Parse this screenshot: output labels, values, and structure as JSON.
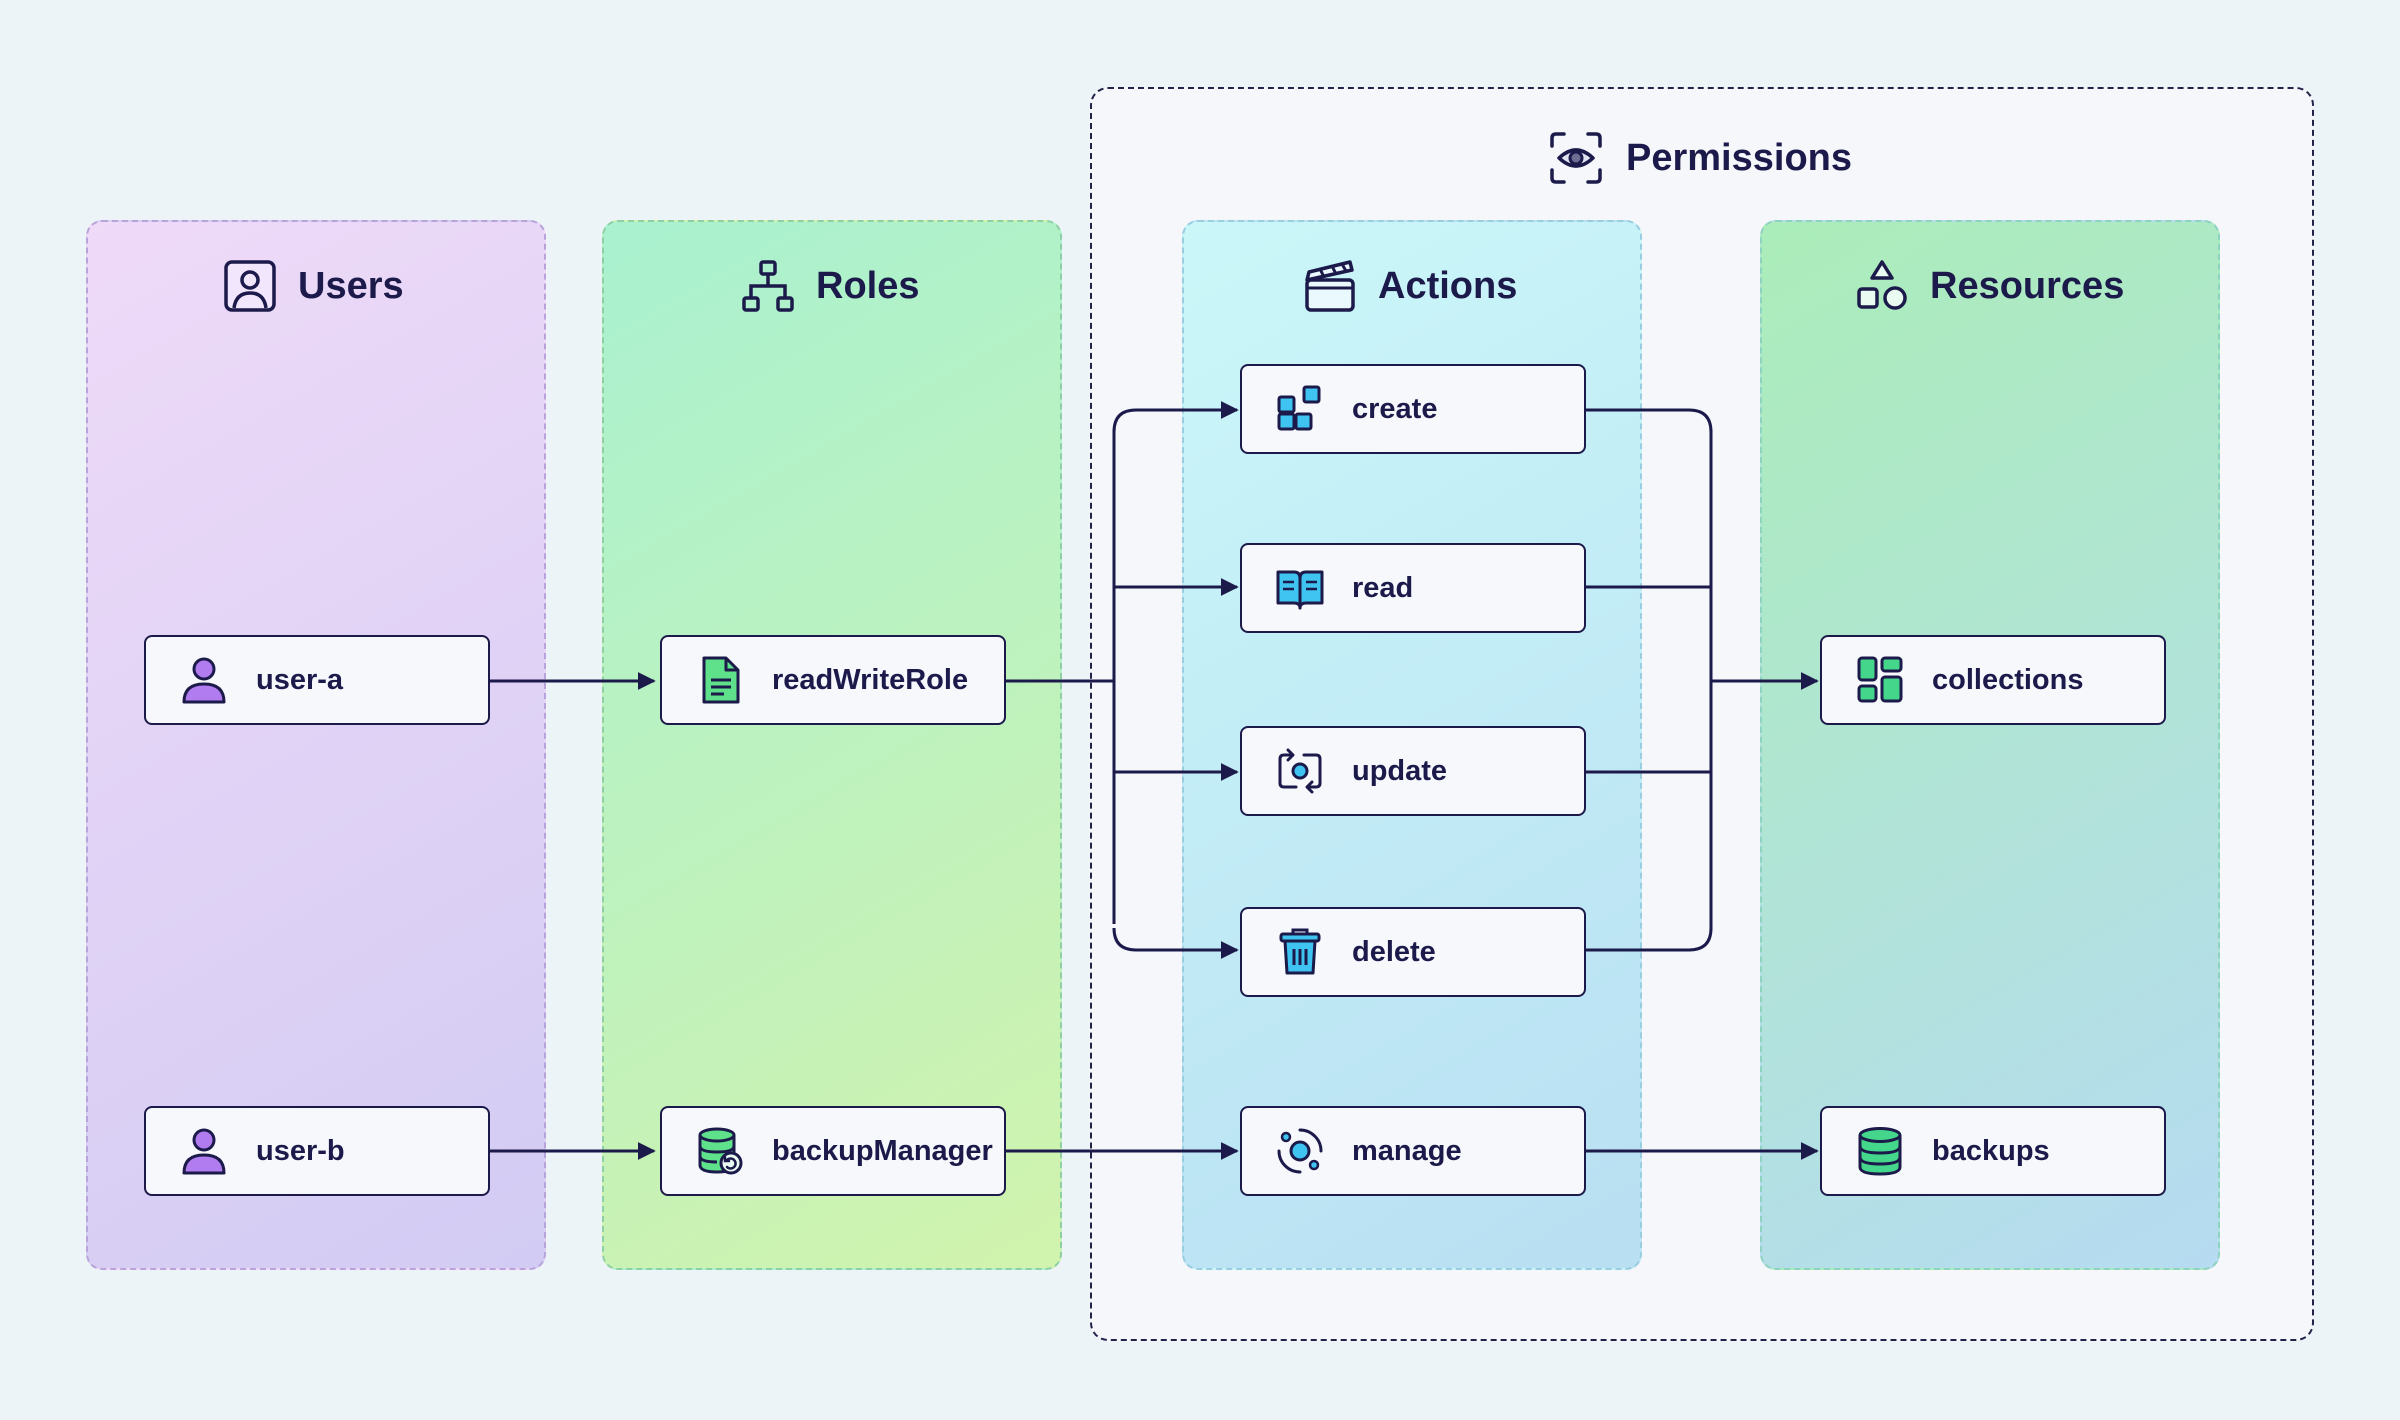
{
  "permissions": {
    "title": "Permissions",
    "icon": "eye-scan-icon"
  },
  "columns": {
    "users": {
      "title": "Users",
      "icon": "user-square-icon"
    },
    "roles": {
      "title": "Roles",
      "icon": "hierarchy-icon"
    },
    "actions": {
      "title": "Actions",
      "icon": "clapperboard-icon"
    },
    "resources": {
      "title": "Resources",
      "icon": "shapes-icon"
    }
  },
  "users": [
    {
      "label": "user-a",
      "icon": "user-icon"
    },
    {
      "label": "user-b",
      "icon": "user-icon"
    }
  ],
  "roles": [
    {
      "label": "readWriteRole",
      "icon": "document-icon"
    },
    {
      "label": "backupManager",
      "icon": "database-restore-icon"
    }
  ],
  "actions": [
    {
      "label": "create",
      "icon": "blocks-add-icon"
    },
    {
      "label": "read",
      "icon": "book-icon"
    },
    {
      "label": "update",
      "icon": "refresh-icon"
    },
    {
      "label": "delete",
      "icon": "trash-icon"
    },
    {
      "label": "manage",
      "icon": "orbit-icon"
    }
  ],
  "resources": [
    {
      "label": "collections",
      "icon": "grid-icon"
    },
    {
      "label": "backups",
      "icon": "database-icon"
    }
  ],
  "colors": {
    "ink": "#1c1a4a",
    "users_accent": "#b07cf0",
    "roles_accent": "#5fe08a",
    "actions_accent": "#3fc3f0",
    "resources_accent": "#44d68a"
  }
}
